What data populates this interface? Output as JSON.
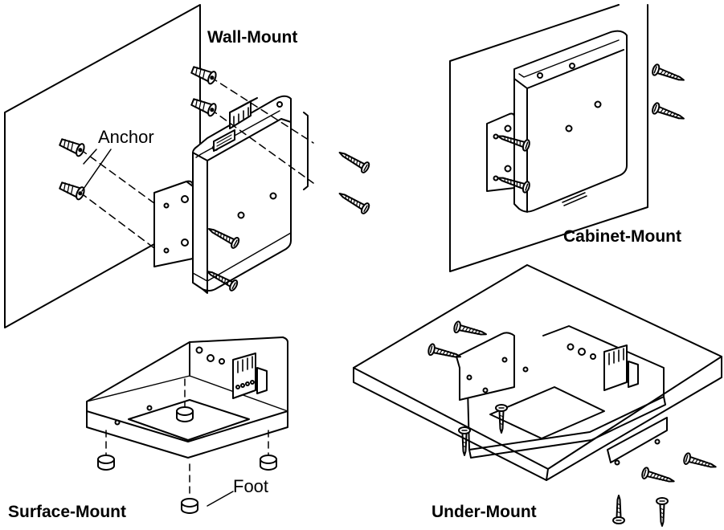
{
  "labels": {
    "wall_mount": "Wall-Mount",
    "anchor": "Anchor",
    "cabinet_mount": "Cabinet-Mount",
    "foot": "Foot",
    "surface_mount": "Surface-Mount",
    "under_mount": "Under-Mount"
  },
  "colors": {
    "line": "#000000",
    "background": "#ffffff"
  }
}
